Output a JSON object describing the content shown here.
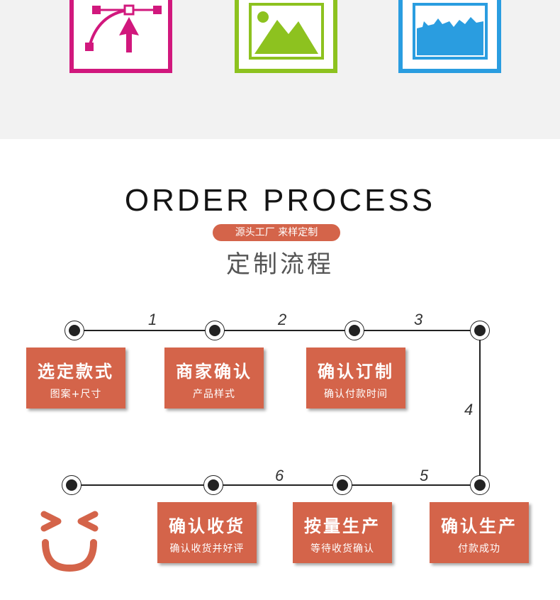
{
  "colors": {
    "accent": "#d4644a",
    "magenta": "#d1187d",
    "green": "#8dc21f",
    "blue": "#2a9de0",
    "line": "#222222"
  },
  "tiles": [
    {
      "icon": "vector-pen-icon"
    },
    {
      "icon": "image-icon"
    },
    {
      "icon": "landscape-photo-icon"
    }
  ],
  "header": {
    "title": "ORDER PROCESS",
    "pill": "源头工厂 来样定制",
    "subtitle": "定制流程"
  },
  "steps": {
    "numbers": [
      "1",
      "2",
      "3",
      "4",
      "5",
      "6"
    ],
    "cards": [
      {
        "title": "选定款式",
        "subtitle": "图案+尺寸"
      },
      {
        "title": "商家确认",
        "subtitle": "产品样式"
      },
      {
        "title": "确认订制",
        "subtitle": "确认付款时间"
      },
      {
        "title": "确认生产",
        "subtitle": "付款成功"
      },
      {
        "title": "按量生产",
        "subtitle": "等待收货确认"
      },
      {
        "title": "确认收货",
        "subtitle": "确认收货并好评"
      }
    ]
  },
  "end_icon": "smiley-face-icon"
}
